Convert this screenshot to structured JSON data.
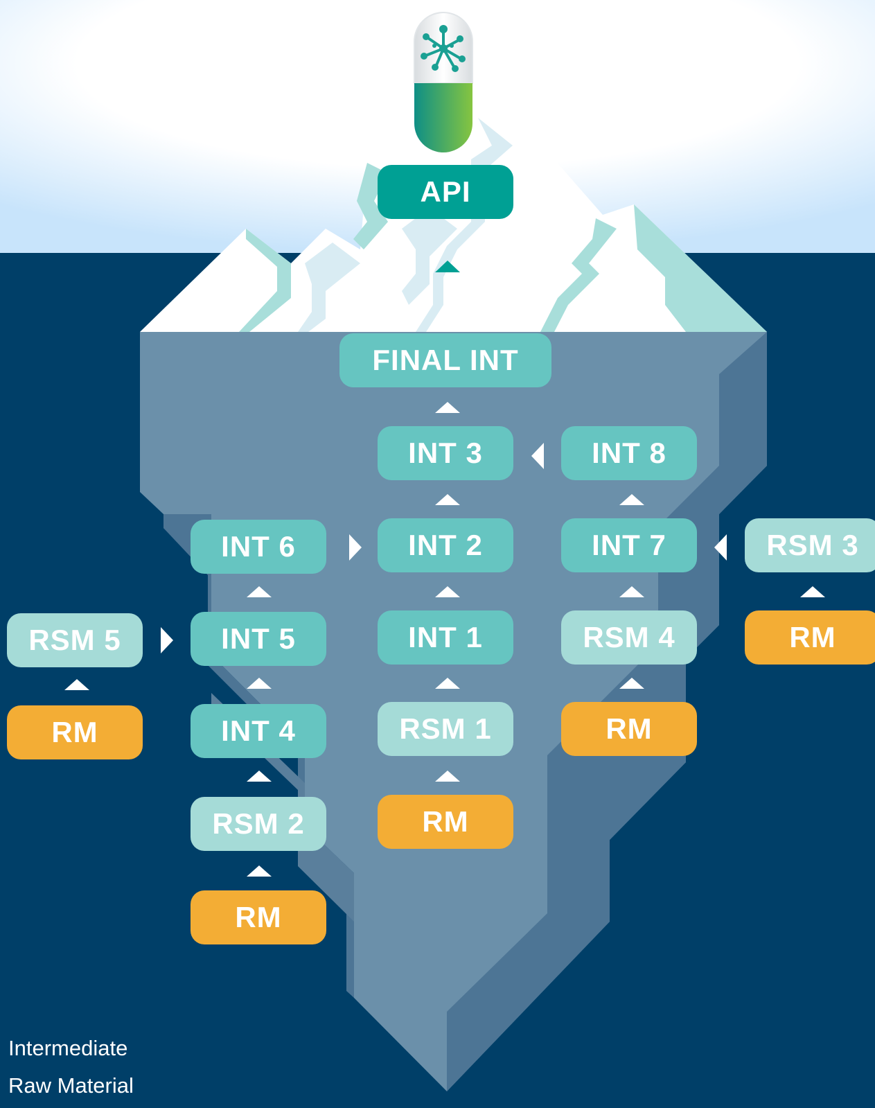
{
  "nodes": {
    "api": "API",
    "final_int": "FINAL INT",
    "int1": "INT 1",
    "int2": "INT 2",
    "int3": "INT 3",
    "int4": "INT 4",
    "int5": "INT 5",
    "int6": "INT 6",
    "int7": "INT 7",
    "int8": "INT 8",
    "rsm1": "RSM 1",
    "rsm2": "RSM 2",
    "rsm3": "RSM 3",
    "rsm4": "RSM 4",
    "rsm5": "RSM 5",
    "rm": "RM"
  },
  "legend": {
    "intermediate": "Intermediate",
    "raw_material": "Raw Material"
  },
  "colors": {
    "sky_top": "#ffffff",
    "sky_edge": "#c8e4fb",
    "ocean": "#003f68",
    "ice_light": "#a8deda",
    "berg_mid": "#6b90aa",
    "berg_dark": "#4d7595",
    "api": "#00a094",
    "intermediate": "#66c5c1",
    "rsm": "#a5dbd7",
    "raw_material": "#f3ad35"
  },
  "icons": {
    "capsule": "capsule-icon",
    "molecule": "molecule-icon",
    "arrow": "triangle-arrow-icon"
  }
}
